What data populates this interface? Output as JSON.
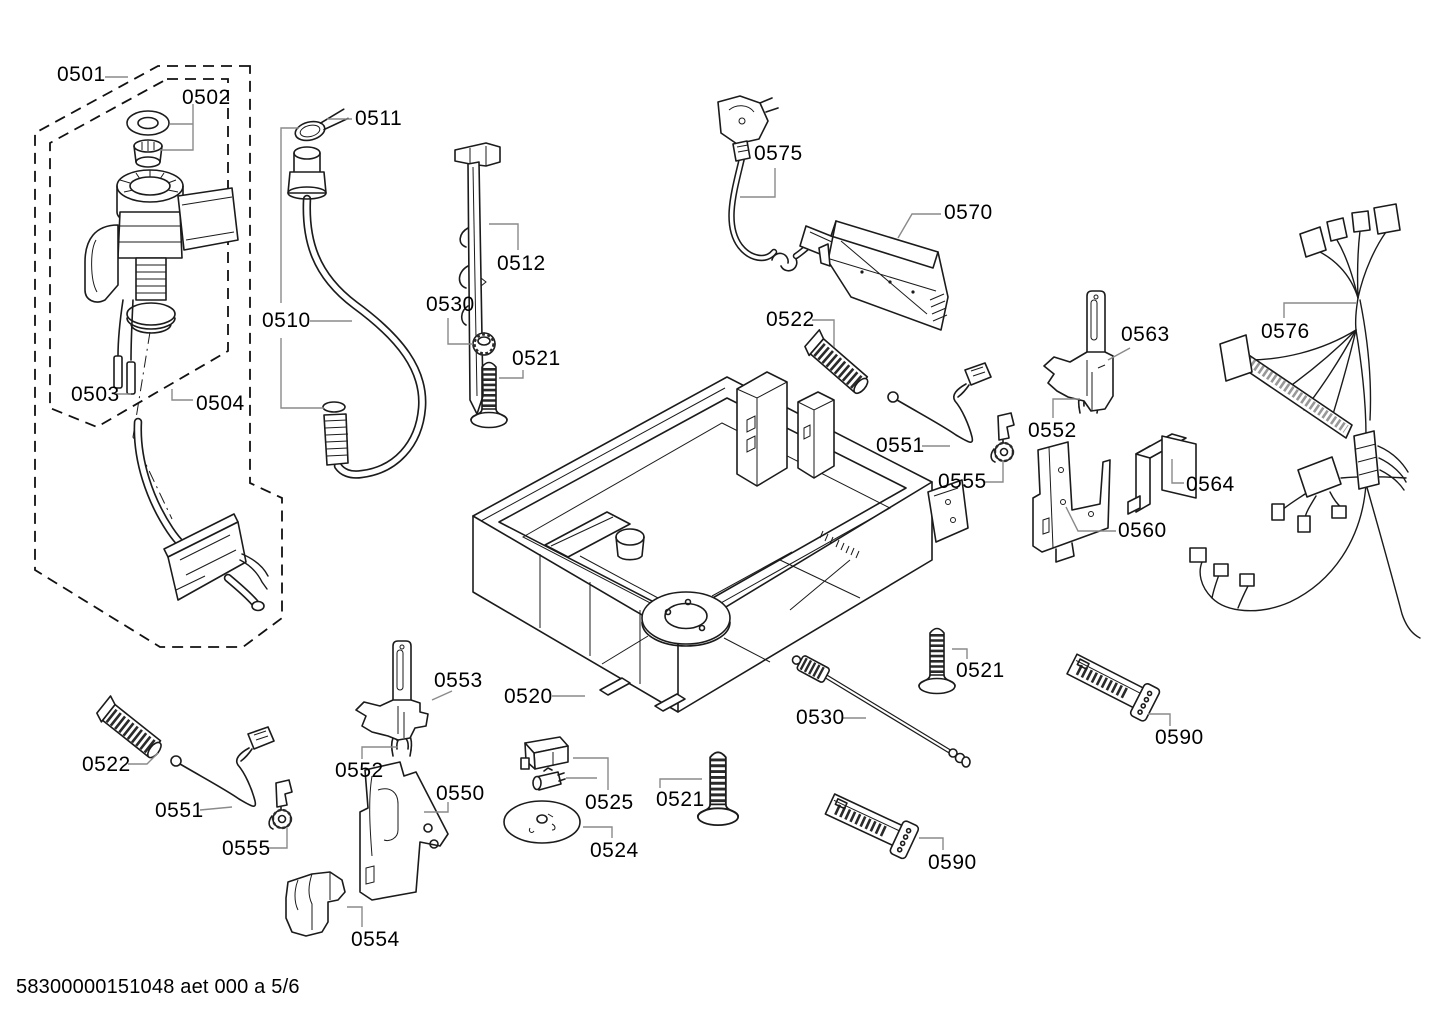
{
  "colors": {
    "line": "#1b1b1b",
    "leader": "#8a8a8a",
    "background": "#ffffff"
  },
  "footer": {
    "text": "58300000151048 aet 000 a 5/6"
  },
  "labels": [
    {
      "text": "0501"
    },
    {
      "text": "0502"
    },
    {
      "text": "0511"
    },
    {
      "text": "0575"
    },
    {
      "text": "0570"
    },
    {
      "text": "0512"
    },
    {
      "text": "0530"
    },
    {
      "text": "0510"
    },
    {
      "text": "0522"
    },
    {
      "text": "0576"
    },
    {
      "text": "0563"
    },
    {
      "text": "0521"
    },
    {
      "text": "0503"
    },
    {
      "text": "0504"
    },
    {
      "text": "0552"
    },
    {
      "text": "0551"
    },
    {
      "text": "0555"
    },
    {
      "text": "0564"
    },
    {
      "text": "0560"
    },
    {
      "text": "0553"
    },
    {
      "text": "0520"
    },
    {
      "text": "0521"
    },
    {
      "text": "0530"
    },
    {
      "text": "0590"
    },
    {
      "text": "0522"
    },
    {
      "text": "0552"
    },
    {
      "text": "0550"
    },
    {
      "text": "0525"
    },
    {
      "text": "0521"
    },
    {
      "text": "0551"
    },
    {
      "text": "0524"
    },
    {
      "text": "0555"
    },
    {
      "text": "0590"
    },
    {
      "text": "0554"
    }
  ]
}
